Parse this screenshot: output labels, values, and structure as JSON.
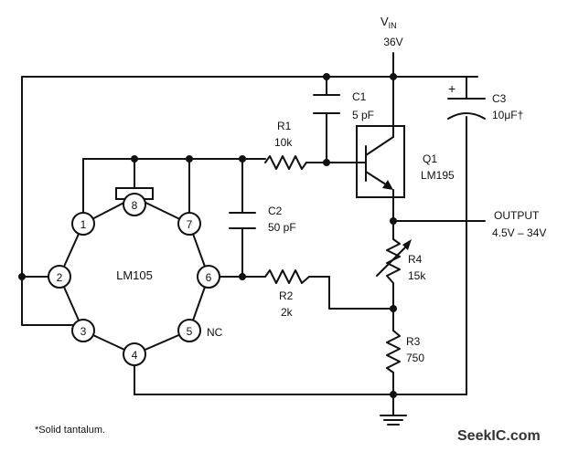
{
  "supply": {
    "name_main": "V",
    "name_sub": "IN",
    "value": "36V"
  },
  "ic": {
    "name": "LM105",
    "pins": {
      "p1": "1",
      "p2": "2",
      "p3": "3",
      "p4": "4",
      "p5": "5",
      "p6": "6",
      "p7": "7",
      "p8": "8"
    },
    "nc_label": "NC"
  },
  "components": {
    "r1": {
      "ref": "R1",
      "value": "10k"
    },
    "r2": {
      "ref": "R2",
      "value": "2k"
    },
    "r3": {
      "ref": "R3",
      "value": "750"
    },
    "r4": {
      "ref": "R4",
      "value": "15k"
    },
    "c1": {
      "ref": "C1",
      "value": "5 pF"
    },
    "c2": {
      "ref": "C2",
      "value": "50 pF"
    },
    "c3": {
      "ref": "C3",
      "value": "10μF†",
      "polarity": "+"
    },
    "q1": {
      "ref": "Q1",
      "value": "LM195"
    }
  },
  "output": {
    "label": "OUTPUT",
    "range": "4.5V – 34V"
  },
  "footnote": "*Solid tantalum.",
  "watermark": "SeekIC.com"
}
